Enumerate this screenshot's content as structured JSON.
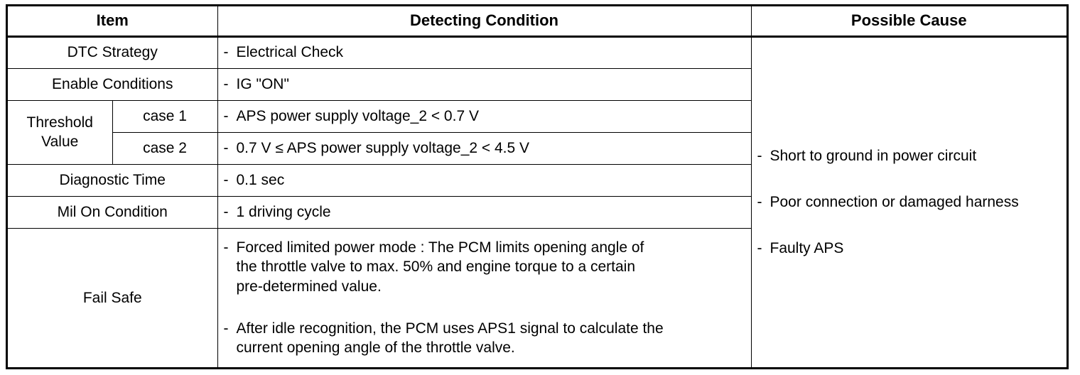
{
  "header": {
    "item": "Item",
    "condition": "Detecting Condition",
    "cause": "Possible Cause"
  },
  "rows": {
    "dtc_strategy": {
      "label": "DTC Strategy",
      "value": "Electrical Check"
    },
    "enable_conditions": {
      "label": "Enable Conditions",
      "value": "IG \"ON\""
    },
    "threshold": {
      "label_line1": "Threshold",
      "label_line2": "Value",
      "case1": {
        "label": "case 1",
        "value": "APS power supply voltage_2 < 0.7 V"
      },
      "case2": {
        "label": "case 2",
        "value": "0.7 V ≤ APS power supply voltage_2 < 4.5 V"
      }
    },
    "diagnostic_time": {
      "label": "Diagnostic Time",
      "value": "0.1 sec"
    },
    "mil_on": {
      "label": "Mil On Condition",
      "value": "1 driving cycle"
    },
    "fail_safe": {
      "label": "Fail Safe",
      "item1": {
        "line1": "Forced limited power mode : The PCM limits opening angle of",
        "line2": "the throttle valve to max. 50% and engine torque to a certain",
        "line3": "pre-determined value."
      },
      "item2": {
        "line1": "After idle recognition, the PCM uses APS1 signal to calculate the",
        "line2": "current opening angle of the throttle valve."
      }
    }
  },
  "causes": [
    "Short to ground in power circuit",
    "Poor connection or damaged harness",
    "Faulty APS"
  ],
  "bullet_char": "-"
}
